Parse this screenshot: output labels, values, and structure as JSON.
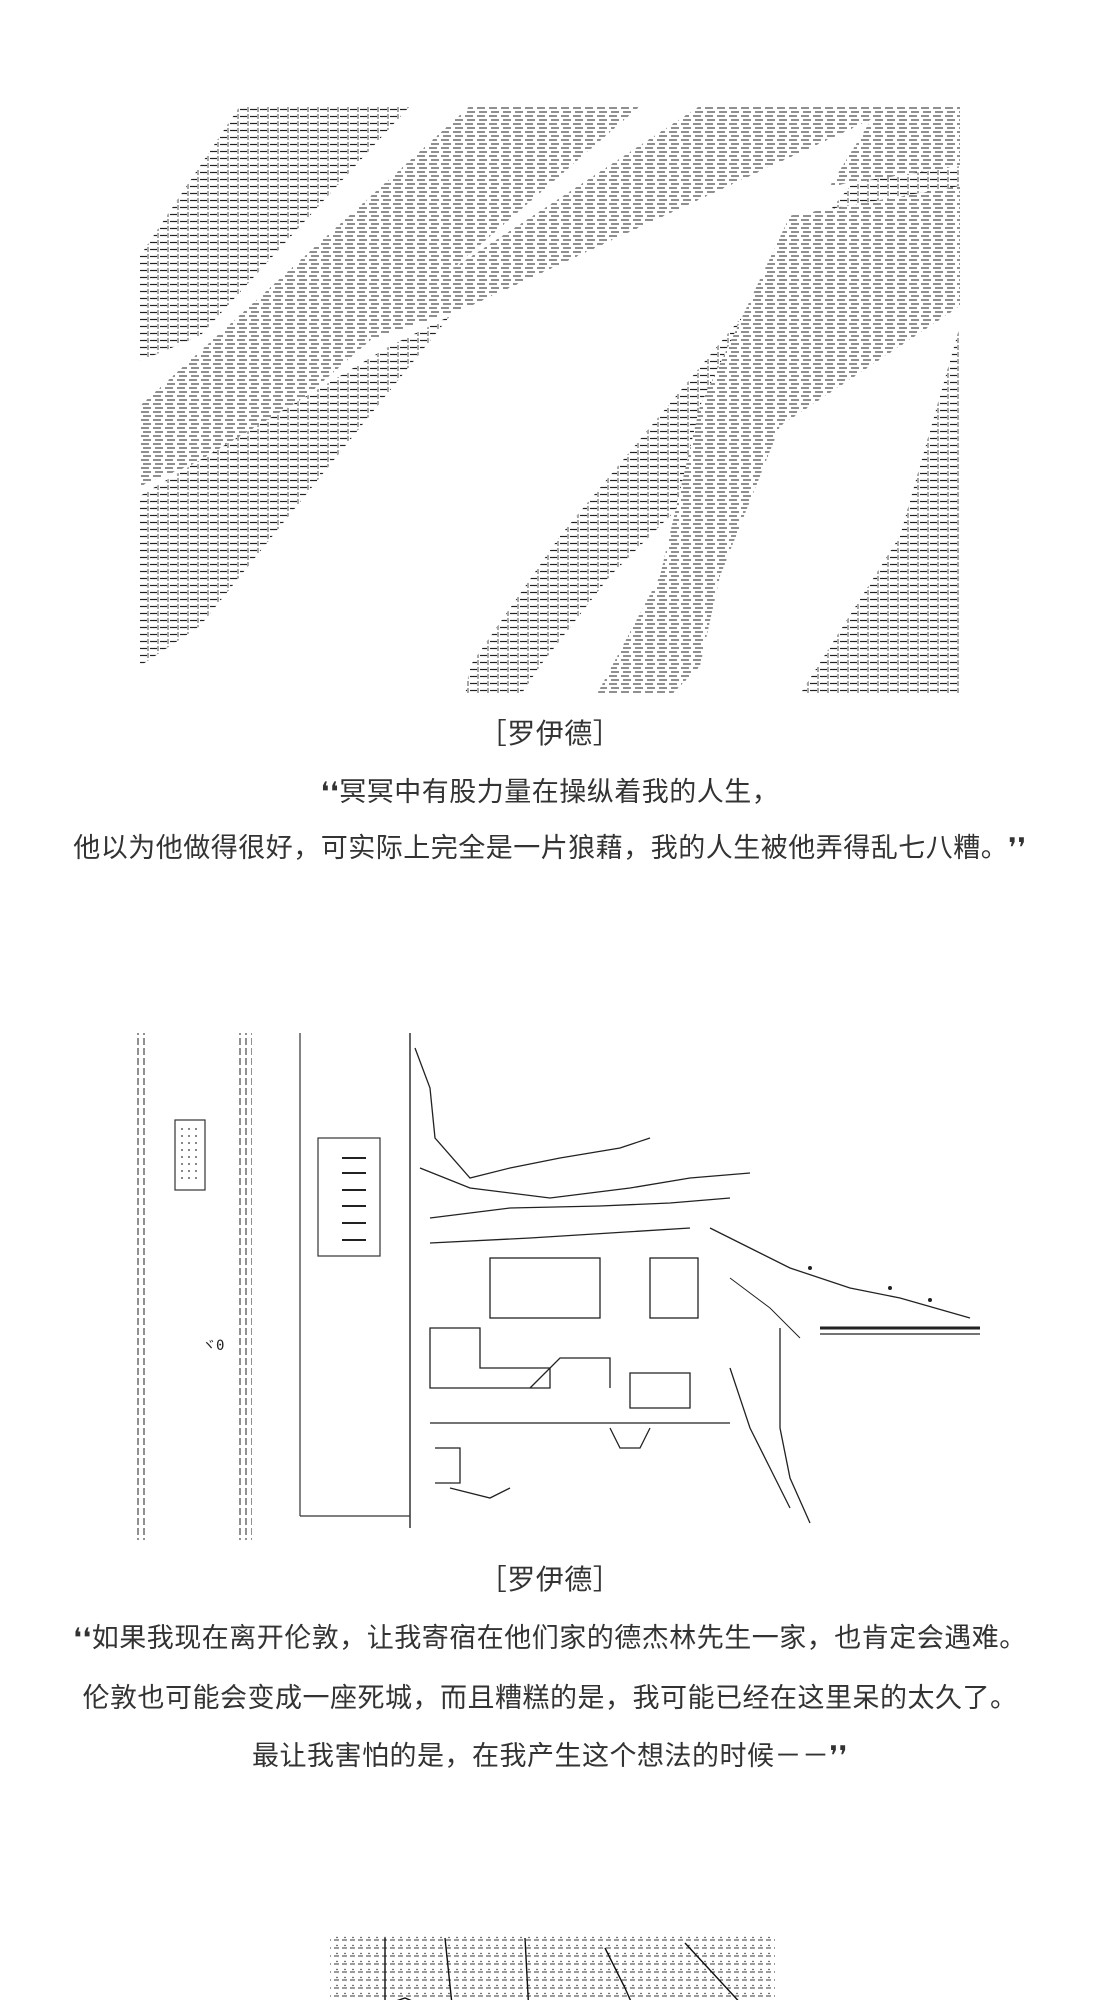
{
  "panels": [
    {
      "speaker": "［罗伊德］",
      "lines": [
        "❛❛冥冥中有股力量在操纵着我的人生，",
        "他以为他做得很好，可实际上完全是一片狼藉，我的人生被他弄得乱七八糟。❜❜"
      ]
    },
    {
      "speaker": "［罗伊德］",
      "lines": [
        "❛❛如果我现在离开伦敦，让我寄宿在他们家的德杰林先生一家，也肯定会遇难。",
        "伦敦也可能会变成一座死城，而且糟糕的是，我可能已经在这里呆的太久了。",
        "最让我害怕的是，在我产生这个想法的时候－－❜❜"
      ]
    }
  ],
  "art_labels": {
    "panel2_clock": "ヾ0"
  },
  "colors": {
    "ink": "#111111",
    "text": "#333333",
    "background": "#ffffff"
  }
}
